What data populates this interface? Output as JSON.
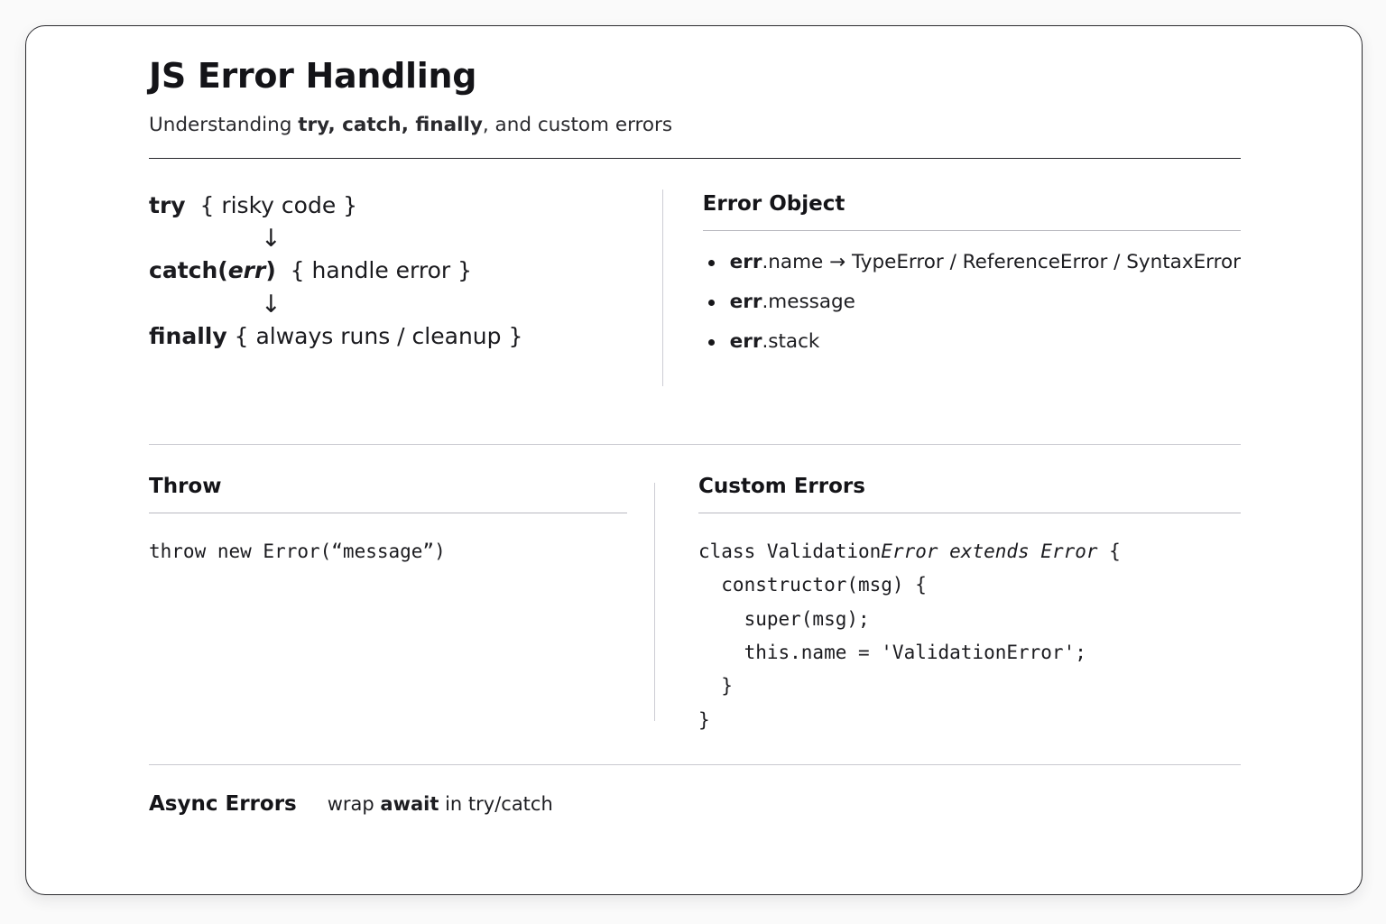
{
  "card": {
    "title": "JS Error Handling",
    "subtitle": {
      "lead": "Understanding ",
      "keywords": "try, catch, finally",
      "tail": ", and custom errors"
    }
  },
  "flow": {
    "steps": [
      {
        "keyword": "try",
        "variable": "",
        "body": "{ risky code }"
      },
      {
        "keyword": "catch(",
        "variable": "err",
        "body": ") { handle error }"
      },
      {
        "keyword": "finally",
        "variable": "",
        "body": "{ always runs / cleanup }"
      }
    ],
    "arrow_glyph": "↓",
    "line1_keyword": "try",
    "line1_body": "{ risky code }",
    "line2_keyword": "catch(",
    "line2_var": "err",
    "line2_close": ")",
    "line2_body": "{ handle error }",
    "line3_keyword": "finally",
    "line3_body": "{ always runs / cleanup }"
  },
  "error_object": {
    "heading": "Error Object",
    "items": [
      {
        "prop": "err",
        "rest": ".name",
        "arrow": "→",
        "value": "TypeError / ReferenceError / SyntaxError"
      },
      {
        "prop": "err",
        "rest": ".message",
        "arrow": "",
        "value": ""
      },
      {
        "prop": "err",
        "rest": ".stack",
        "arrow": "",
        "value": ""
      }
    ]
  },
  "throw": {
    "heading": "Throw",
    "code": "throw new Error(“message”)"
  },
  "custom_errors": {
    "heading": "Custom Errors",
    "code_line1_plain": "class Validation",
    "code_line1_italic": "Error extends Error",
    "code_line1_tail": " {",
    "code_rest": "  constructor(msg) {\n    super(msg);\n    this.name = 'ValidationError';\n  }\n}"
  },
  "async": {
    "label": "Async Errors",
    "lead": "wrap ",
    "keyword": "await",
    "tail": " in try/catch"
  }
}
